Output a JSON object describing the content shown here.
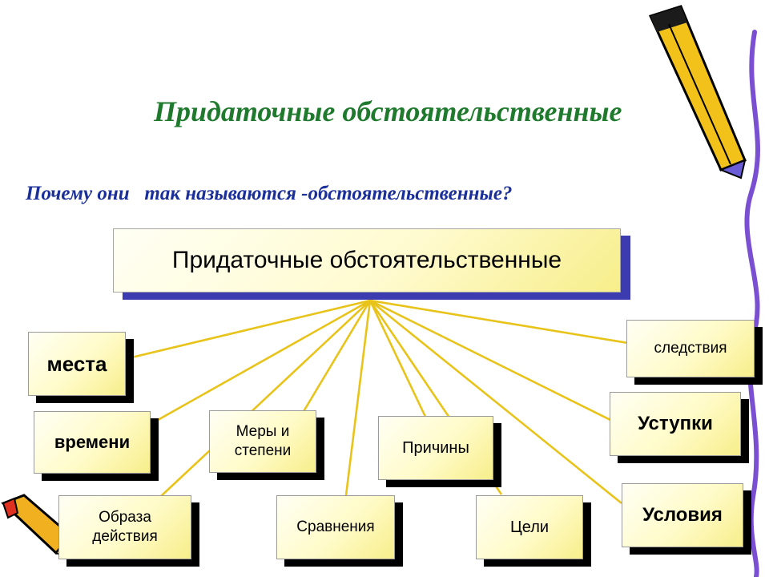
{
  "title": "Придаточные обстоятельственные",
  "question": "Почему они   так называются -обстоятельственные?",
  "root": {
    "label": "Придаточные обстоятельственные"
  },
  "nodes": {
    "mesta": "места",
    "vremeni": "времени",
    "obraza": "Образа действия",
    "mery": "Меры и степени",
    "sravneniya": "Сравнения",
    "prichiny": "Причины",
    "celi": "Цели",
    "sledstviya": "следствия",
    "ustupki": "Уступки",
    "usloviya": "Условия"
  },
  "colors": {
    "title": "#1f7a2e",
    "question": "#1a2f9a",
    "connector": "#e8c31a",
    "root_shadow": "#3d3bb0",
    "node_shadow": "#000000"
  }
}
